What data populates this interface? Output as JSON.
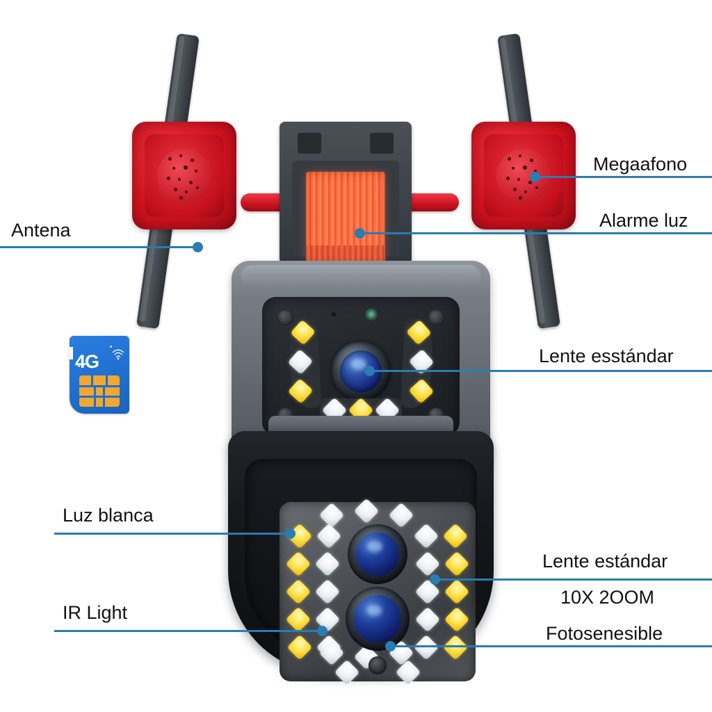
{
  "product": {
    "type": "4G PTZ security camera annotated product diagram",
    "background_color": "#ffffff",
    "callout_color": "#2a7cb3",
    "label_text_color": "#111111"
  },
  "badge": {
    "name": "sim-card-4g",
    "text": "4G",
    "card_color": "#2a7fe0",
    "chip_color": "#f0a830",
    "text_color": "#ffffff"
  },
  "callouts": [
    {
      "id": "antena",
      "label": "Antena",
      "side": "left"
    },
    {
      "id": "megaafono",
      "label": "Megaafono",
      "side": "right"
    },
    {
      "id": "alarme-luz",
      "label": "Alarme luz",
      "side": "right"
    },
    {
      "id": "lente-esstandar",
      "label": "Lente esstándar",
      "side": "right"
    },
    {
      "id": "luz-blanca",
      "label": "Luz blanca",
      "side": "left"
    },
    {
      "id": "ir-light",
      "label": "IR Light",
      "side": "left"
    },
    {
      "id": "lente-estandar",
      "label": "Lente estándar",
      "side": "right"
    },
    {
      "id": "zoom",
      "label": "10X 2OOM",
      "side": "right"
    },
    {
      "id": "fotosenesible",
      "label": "Fotosenesible",
      "side": "right"
    }
  ],
  "parts": {
    "antenna_count": 2,
    "megaphone_count": 2,
    "alarm_light_color": "#ff6a3d",
    "horn_color": "#d8121f",
    "upper_housing_color": "#767d85",
    "lower_dome_color": "#15181c",
    "lens_color": "#1f3f9c",
    "led_white_color": "#ffffff",
    "led_yellow_color": "#ffe44f"
  }
}
